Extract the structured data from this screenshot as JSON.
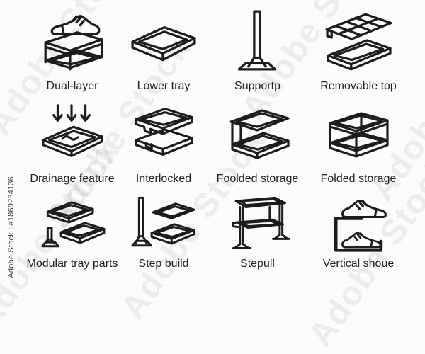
{
  "page": {
    "background": "#fbfbf9"
  },
  "colors": {
    "icon_line": "#1c1c1c",
    "label_text": "#1e1e1e",
    "watermark_text": "#ededed",
    "attribution_text": "#434343"
  },
  "watermark": {
    "tile_text": "Adobe Stock",
    "attribution": "Adobe Stock | #1869234136"
  },
  "grid": {
    "items": [
      {
        "label": "Dual-layer",
        "icon": "dual-layer-shoe-rack"
      },
      {
        "label": "Lower tray",
        "icon": "lower-tray"
      },
      {
        "label": "Supportp",
        "icon": "support-post"
      },
      {
        "label": "Removable top",
        "icon": "removable-top-grid-and-tray"
      },
      {
        "label": "Drainage feature",
        "icon": "drainage-arrows-over-tray"
      },
      {
        "label": "Interlocked",
        "icon": "interlocked-trays"
      },
      {
        "label": "Foolded storage",
        "icon": "two-tier-open-rack"
      },
      {
        "label": "Folded storage",
        "icon": "folded-two-tier-rack"
      },
      {
        "label": "Modular tray parts",
        "icon": "modular-tray-parts"
      },
      {
        "label": "Step build",
        "icon": "post-and-stacked-trays"
      },
      {
        "label": "Stepull",
        "icon": "step-stool"
      },
      {
        "label": "Vertical shoue",
        "icon": "vertical-shoe-rack"
      }
    ]
  }
}
